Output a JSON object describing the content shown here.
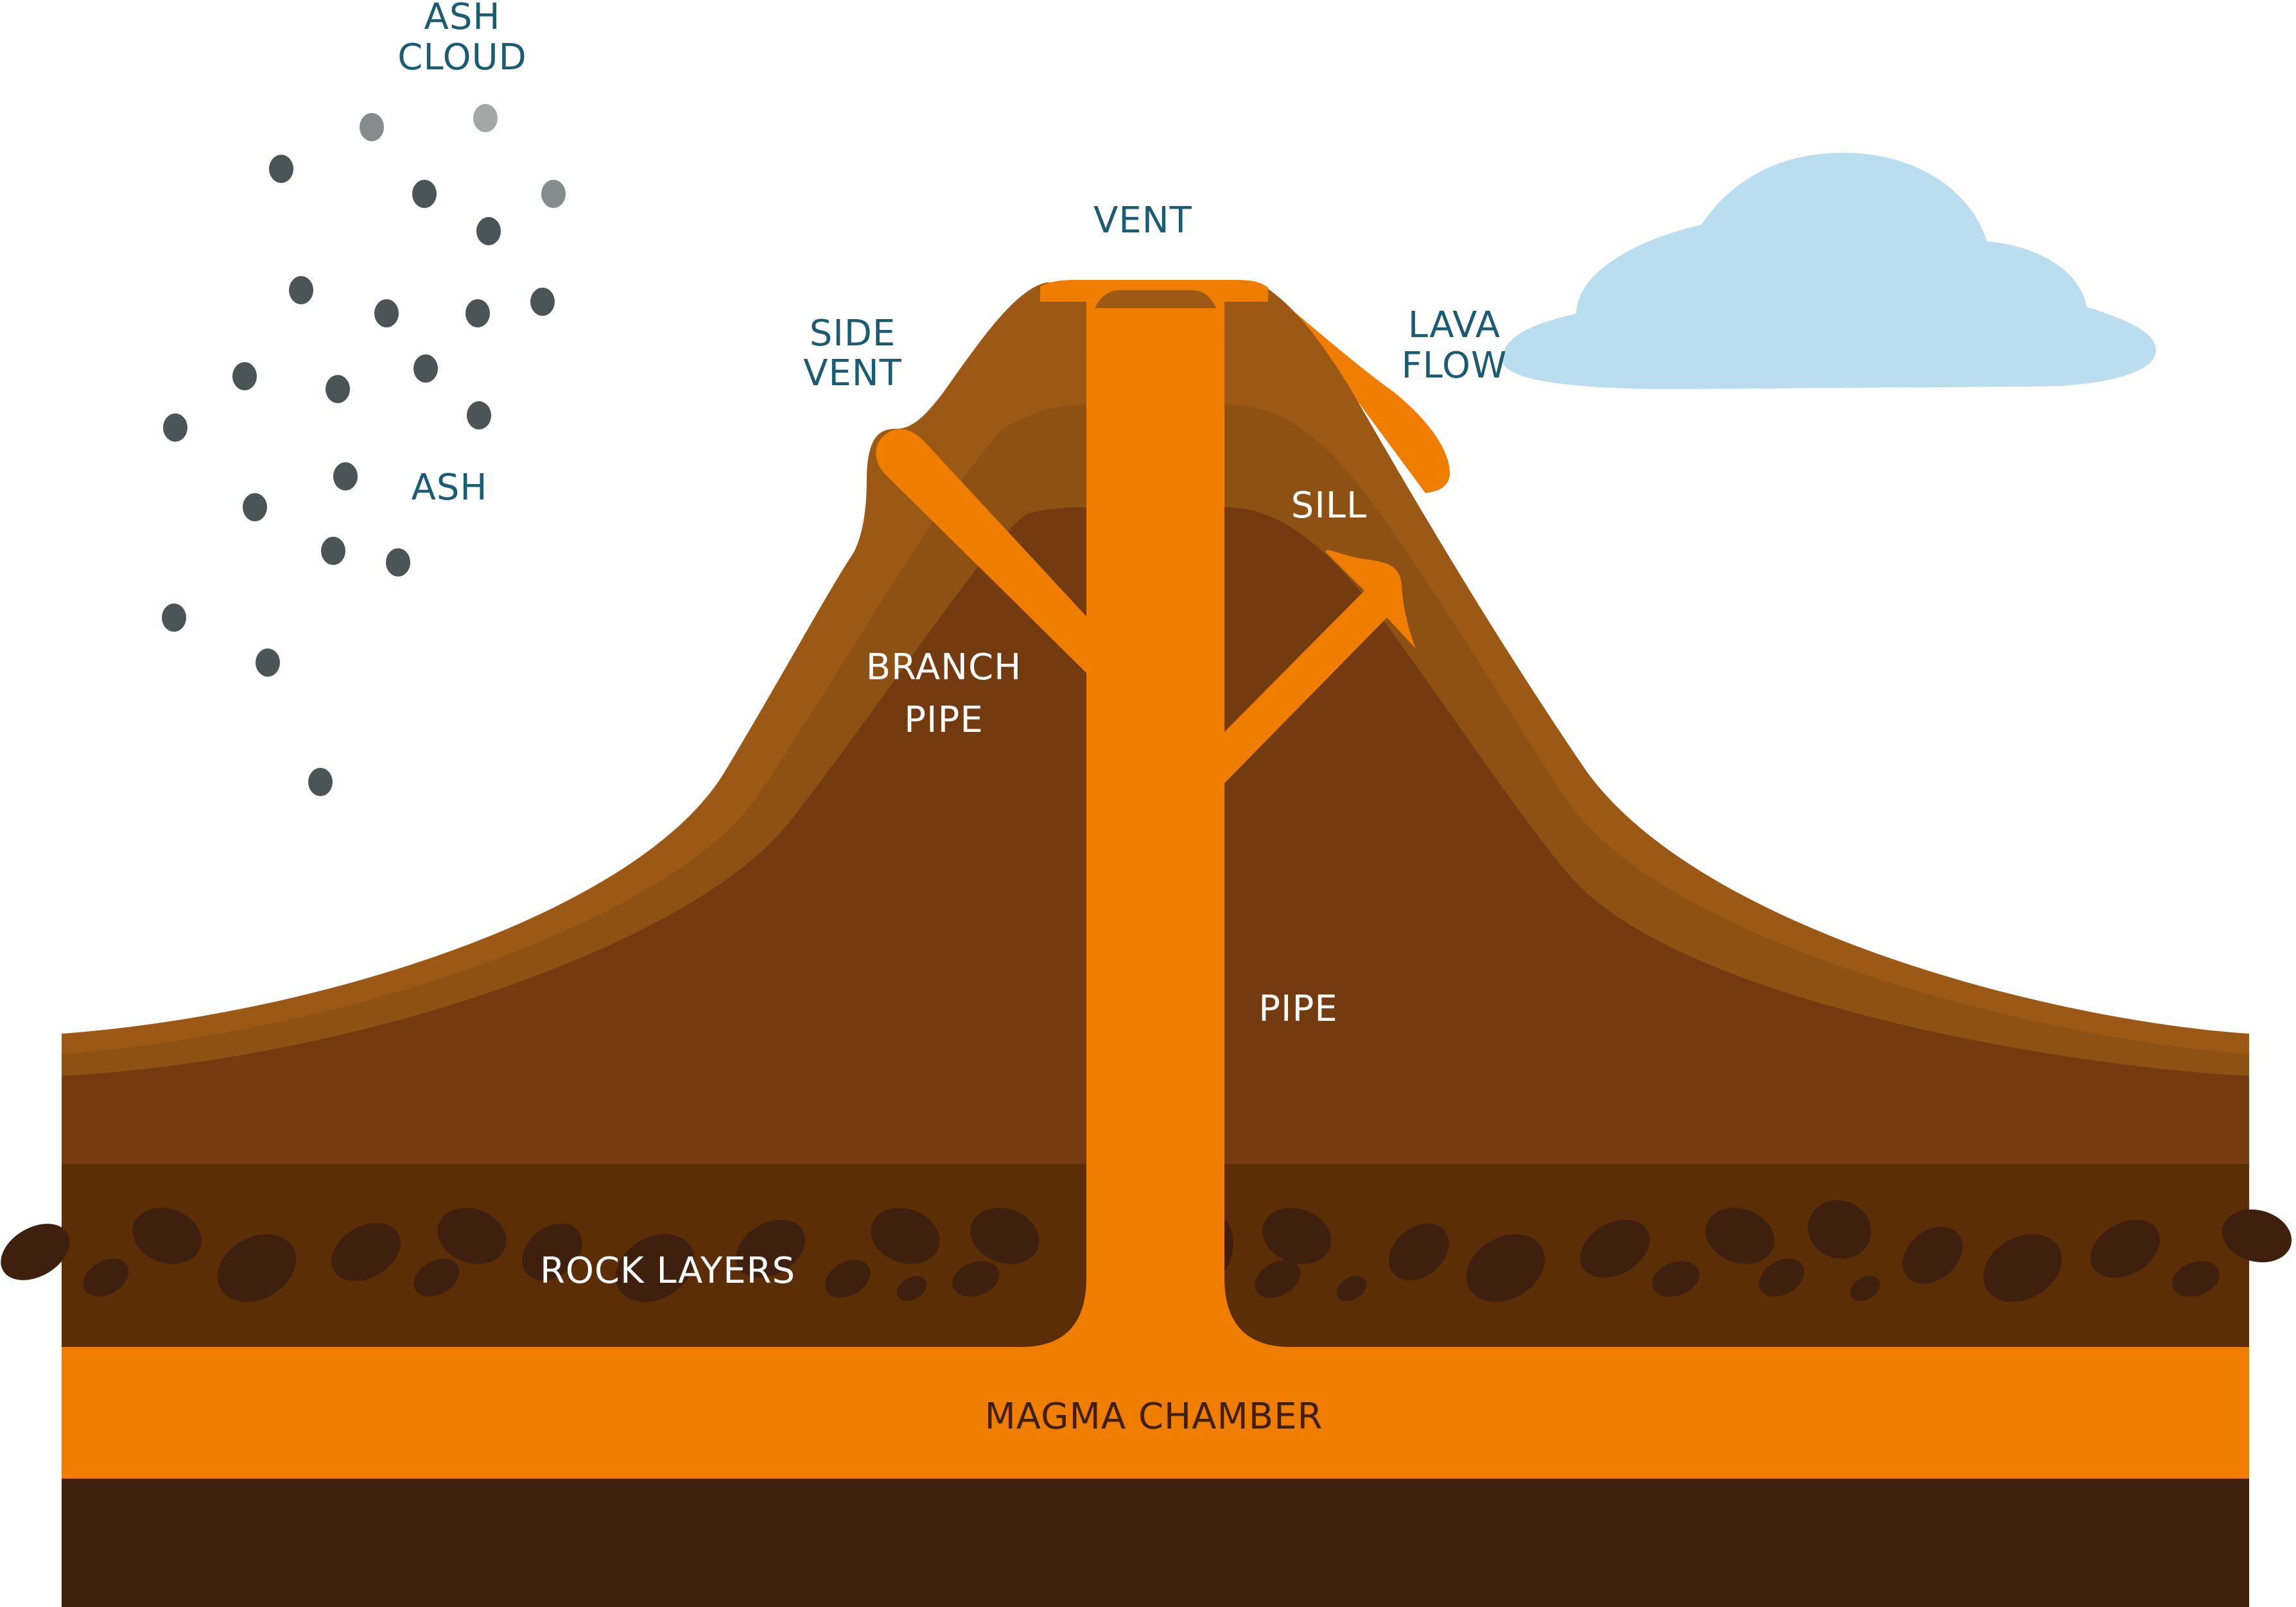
{
  "title": "Volcano cross-section",
  "colors": {
    "background": "#ffffff",
    "label_teal": "#1c5c72",
    "label_white": "#ffffff",
    "label_dark": "#3f1f0e",
    "magma": "#ef7d00",
    "outer_slope": "#9b5915",
    "middle_slope": "#8c5113",
    "inner_body": "#743a10",
    "rock_layer": "#5c2e07",
    "rocks": "#3f1f0e",
    "bedrock": "#3f1f0e",
    "cloud": "#badeef",
    "ash_dark": "#4b5558",
    "ash_mid": "#868b8c",
    "ash_light": "#a5a7a6"
  },
  "labels": {
    "ash_cloud": [
      "ASH",
      "CLOUD"
    ],
    "ash": "ASH",
    "vent": "VENT",
    "side_vent": [
      "SIDE",
      "VENT"
    ],
    "lava_flow": [
      "LAVA",
      "FLOW"
    ],
    "sill": "SILL",
    "branch_pipe": [
      "BRANCH",
      "PIPE"
    ],
    "pipe": "PIPE",
    "rock_layers": "ROCK LAYERS",
    "magma_chamber": "MAGMA CHAMBER"
  },
  "ash_particles": [
    {
      "shade": "mid"
    },
    {
      "shade": "light"
    },
    {
      "shade": "dark"
    },
    {
      "shade": "dark"
    },
    {
      "shade": "mid"
    },
    {
      "shade": "dark"
    },
    {
      "shade": "dark"
    },
    {
      "shade": "dark"
    },
    {
      "shade": "dark"
    },
    {
      "shade": "dark"
    },
    {
      "shade": "dark"
    },
    {
      "shade": "dark"
    },
    {
      "shade": "dark"
    },
    {
      "shade": "dark"
    },
    {
      "shade": "dark"
    },
    {
      "shade": "dark"
    },
    {
      "shade": "dark"
    },
    {
      "shade": "dark"
    },
    {
      "shade": "dark"
    },
    {
      "shade": "dark"
    },
    {
      "shade": "dark"
    },
    {
      "shade": "dark"
    }
  ]
}
